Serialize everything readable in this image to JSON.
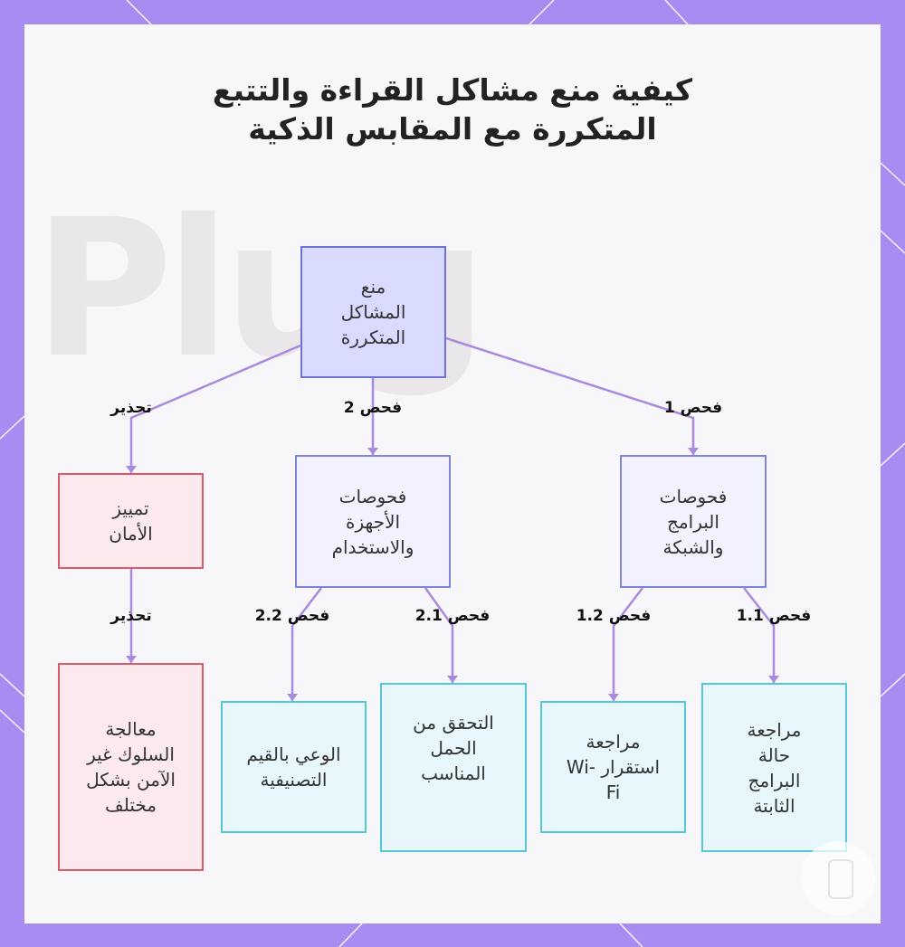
{
  "title": "كيفية منع مشاكل القراءة والتتبع المتكررة مع المقابس الذكية",
  "watermark": "Plug",
  "nodes": {
    "root": "منع المشاكل المتكررة",
    "software": "فحوصات البرامج والشبكة",
    "hardware": "فحوصات الأجهزة والاستخدام",
    "safety": "تمييز الأمان",
    "unsafe": "معالجة السلوك غير الآمن بشكل مختلف",
    "awareness": "الوعي بالقيم التصنيفية",
    "load": "التحقق من الحمل المناسب",
    "wifi": "مراجعة استقرار Wi-Fi",
    "firmware": "مراجعة حالة البرامج الثابتة"
  },
  "edges": {
    "check1": "فحص 1",
    "check2": "فحص 2",
    "warn1": "تحذير",
    "warn2": "تحذير",
    "check11": "فحص 1.1",
    "check12": "فحص 1.2",
    "check21": "فحص 2.1",
    "check22": "فحص 2.2"
  },
  "colors": {
    "frame": "#a98cf2",
    "edge": "#a98ae0",
    "root": "#6f73d6",
    "warning": "#d95b6b",
    "leaf": "#54c8d8"
  },
  "icons": [
    "plug-icon"
  ]
}
